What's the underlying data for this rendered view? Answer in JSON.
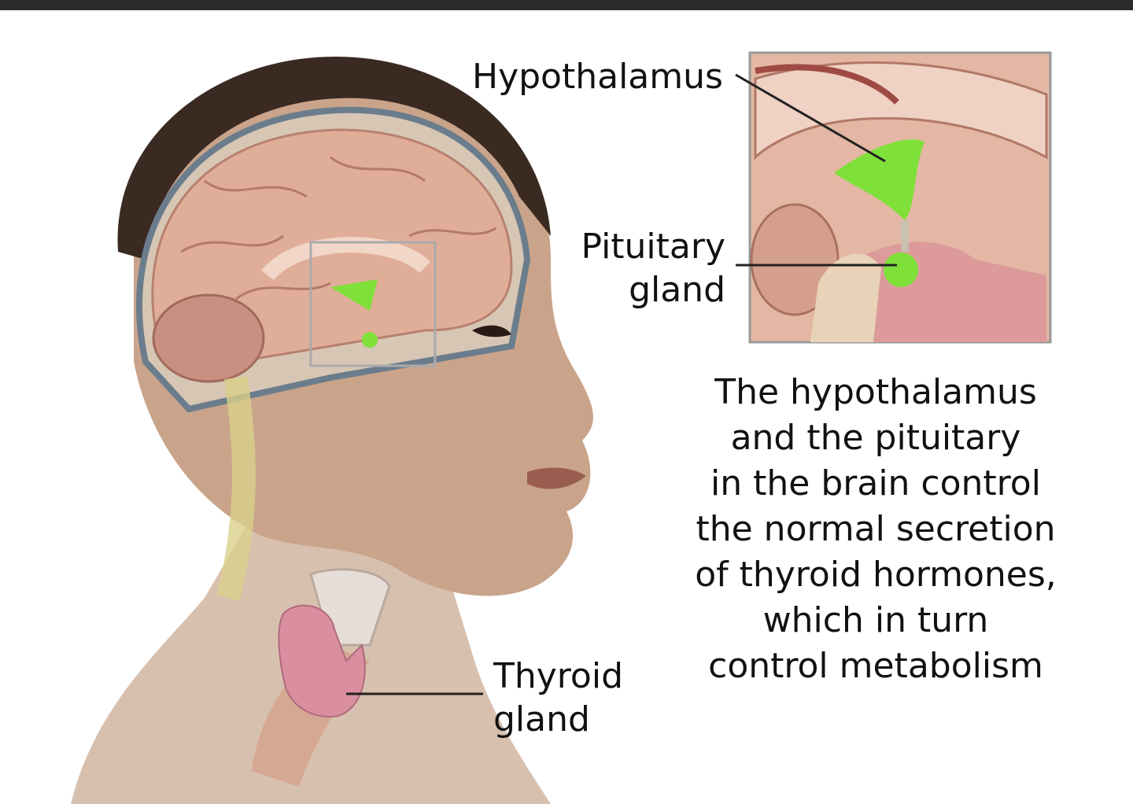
{
  "labels": {
    "hypothalamus": "Hypothalamus",
    "pituitary_line1": "Pituitary",
    "pituitary_line2": "gland",
    "thyroid_line1": "Thyroid",
    "thyroid_line2": "gland"
  },
  "caption": {
    "lines": [
      "The hypothalamus",
      "and the pituitary",
      "in the brain control",
      "the normal secretion",
      "of thyroid hormones,",
      "which in turn",
      "control metabolism"
    ]
  },
  "colors": {
    "highlight_green": "#7fe03a",
    "skin": "#c9a48a",
    "brain": "#e0ae98",
    "thyroid": "#d98fa0",
    "topbar": "#2b2b2b"
  }
}
